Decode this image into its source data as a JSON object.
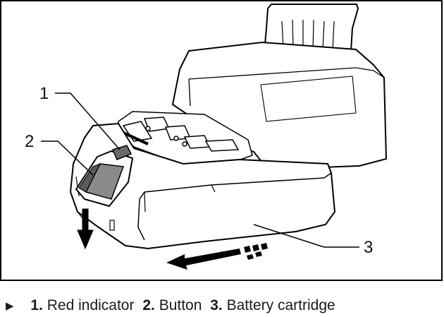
{
  "figure": {
    "callouts": [
      {
        "number": "1"
      },
      {
        "number": "2"
      },
      {
        "number": "3"
      }
    ]
  },
  "caption": {
    "marker": "▶",
    "items": [
      {
        "number": "1.",
        "label": "Red indicator"
      },
      {
        "number": "2.",
        "label": "Button"
      },
      {
        "number": "3.",
        "label": "Battery cartridge"
      }
    ]
  }
}
